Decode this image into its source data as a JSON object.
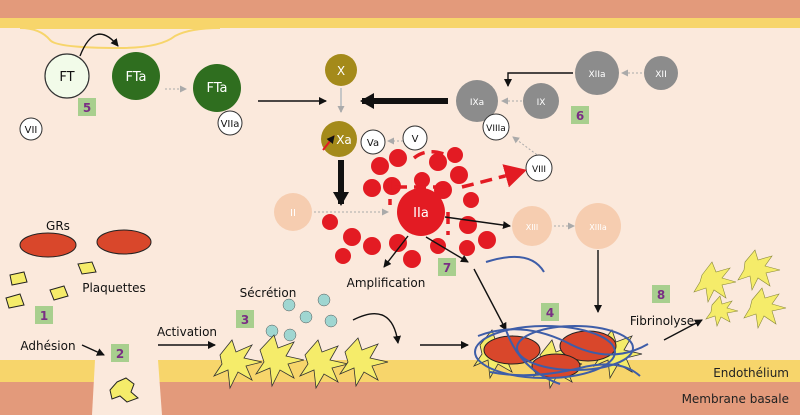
{
  "layers": {
    "endothelium": "Endothélium",
    "basement_membrane": "Membrane basale"
  },
  "factors": {
    "ft": "FT",
    "fta": "FTa",
    "viia": "VIIa",
    "vii": "VII",
    "x": "X",
    "xa": "Xa",
    "va": "Va",
    "v": "V",
    "ii": "II",
    "iia": "IIa",
    "xiii": "XIII",
    "xiiia": "XIIIa",
    "xii": "XII",
    "xiia": "XIIa",
    "ix": "IX",
    "ixa": "IXa",
    "viiia": "VIIIa",
    "viii": "VIII"
  },
  "labels": {
    "grs": "GRs",
    "plaquettes": "Plaquettes",
    "adhesion": "Adhésion",
    "activation": "Activation",
    "secretion": "Sécrétion",
    "amplification": "Amplification",
    "fibrinolyse": "Fibrinolyse"
  },
  "steps": [
    "1",
    "2",
    "3",
    "4",
    "5",
    "6",
    "7",
    "8"
  ],
  "colors": {
    "vessel_band": "#e39a7b",
    "yellow_band": "#f7d56b",
    "lumen": "#fbe9dc",
    "ft_dark_green": "#2f6e1f",
    "x_olive": "#a48a1a",
    "gray_factor": "#8c8c8c",
    "peach_factor": "#f6cdb0",
    "red": "#e31b23",
    "rbc": "#d9472b",
    "step_badge": "#a8cf8e",
    "step_text": "#7a2f84",
    "platelet_yellow": "#f5ec6a",
    "secretion_teal": "#9fd6d1",
    "fibrin_blue": "#3e5da8"
  }
}
